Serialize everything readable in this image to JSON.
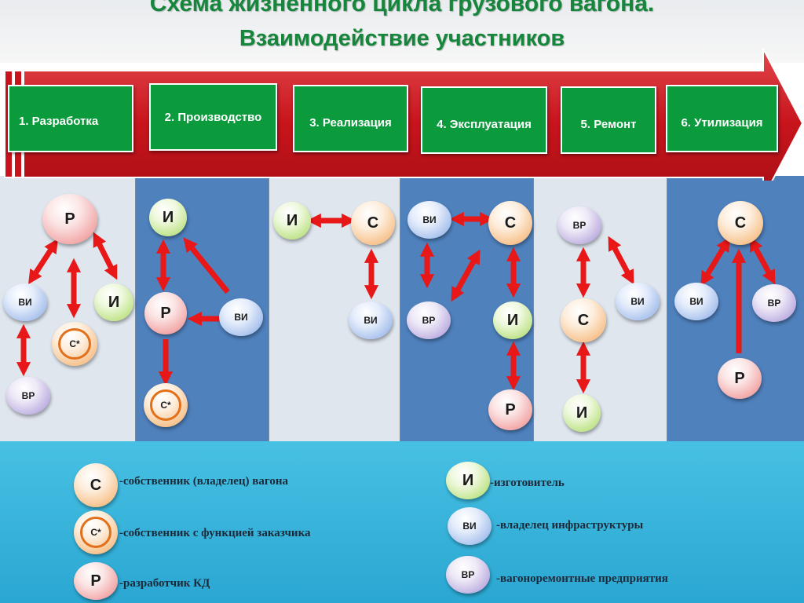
{
  "title": {
    "line1": "Схема жизненного цикла грузового вагона.",
    "line2": "Взаимодействие участников"
  },
  "stages": [
    {
      "label": "1.      Разработка"
    },
    {
      "label": "2. Производство"
    },
    {
      "label": "3. Реализация"
    },
    {
      "label": "4. Эксплуатация"
    },
    {
      "label": "5. Ремонт"
    },
    {
      "label": "6. Утилизация"
    }
  ],
  "node_labels": {
    "R": "Р",
    "I": "И",
    "VI": "ВИ",
    "VR": "ВР",
    "S": "С",
    "Sstar": "С*"
  },
  "legend": [
    {
      "symbol": "С",
      "text": "-собственник (владелец) вагона"
    },
    {
      "symbol": "С*",
      "text": "-собственник с функцией заказчика"
    },
    {
      "symbol": "Р",
      "text": "-разработчик КД"
    },
    {
      "symbol": "И",
      "text": "-изготовитель"
    },
    {
      "symbol": "ВИ",
      "text": "-владелец инфраструктуры"
    },
    {
      "symbol": "ВР",
      "text": "-вагоноремонтные предприятия"
    }
  ],
  "colors": {
    "title_green": "#15863b",
    "stage_green": "#0b9a3c",
    "timeline_red": "#c8141c",
    "connector_red": "#e81818",
    "column_dark": "#4f81bd",
    "column_light": "#dfe6ee",
    "legend_blue": "#3bb6df"
  }
}
